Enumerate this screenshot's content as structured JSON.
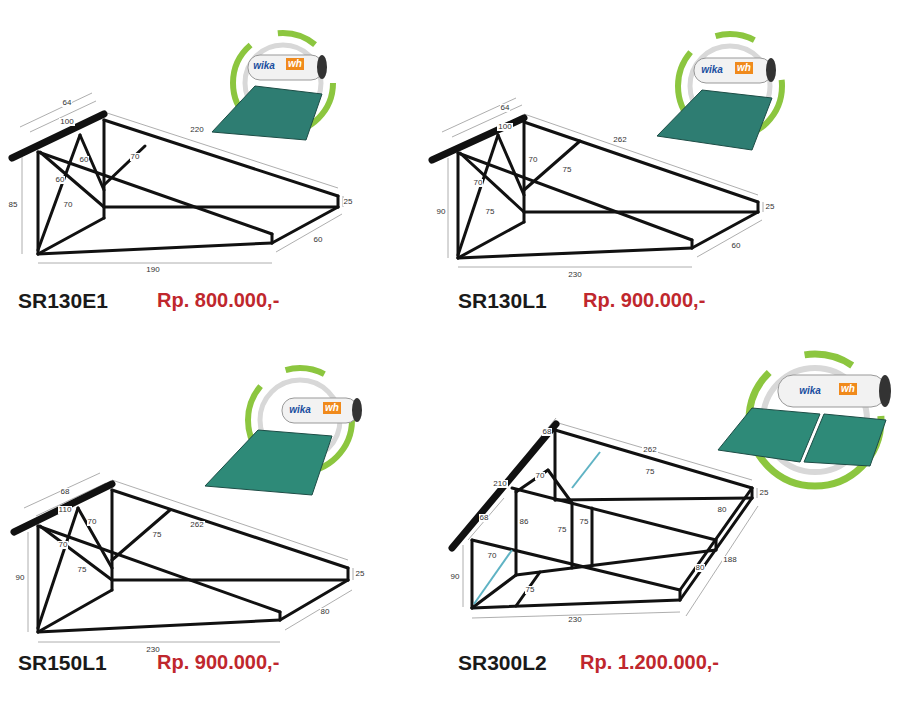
{
  "diagram": {
    "labels": [
      "64",
      "100",
      "220",
      "60",
      "70",
      "60",
      "70",
      "85",
      "25",
      "60",
      "190",
      "wika",
      "wh",
      "SR130E1",
      "Rp. 800.000,-",
      "64",
      "100",
      "262",
      "70",
      "75",
      "70",
      "90",
      "75",
      "25",
      "60",
      "230",
      "wika",
      "wh",
      "SR130L1",
      "Rp. 900.000,-",
      "68",
      "110",
      "262",
      "70",
      "75",
      "70",
      "90",
      "75",
      "25",
      "80",
      "230",
      "wika",
      "wh",
      "SR150L1",
      "Rp. 900.000,-",
      "68",
      "210",
      "68",
      "262",
      "70",
      "75",
      "25",
      "86",
      "80",
      "75",
      "75",
      "70",
      "90",
      "75",
      "80",
      "188",
      "230",
      "wika",
      "wh",
      "SR300L2",
      "Rp. 1.200.000,-"
    ]
  }
}
